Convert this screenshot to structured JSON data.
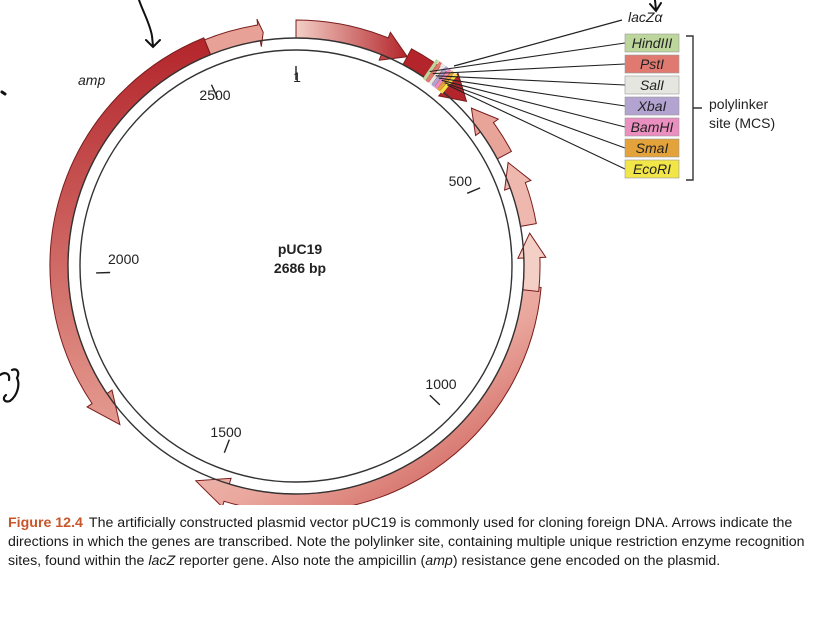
{
  "diagram": {
    "plasmid_name": "pUC19",
    "plasmid_size": "2686 bp",
    "position_labels": [
      "1",
      "500",
      "1000",
      "1500",
      "2000",
      "2500"
    ],
    "gene_labels": {
      "amp": "amp",
      "lacz": "lacZα"
    },
    "restriction_sites": [
      {
        "name": "HindIII",
        "color": "#bcd69b"
      },
      {
        "name": "PstI",
        "color": "#e07a70"
      },
      {
        "name": "SalI",
        "color": "#e6e6e0"
      },
      {
        "name": "XbaI",
        "color": "#b3a3d1"
      },
      {
        "name": "BamHI",
        "color": "#ea8fbf"
      },
      {
        "name": "SmaI",
        "color": "#e3a23a"
      },
      {
        "name": "EcoRI",
        "color": "#f2e547"
      }
    ],
    "mcs_label_line1": "polylinker",
    "mcs_label_line2": "site (MCS)",
    "colors": {
      "arrow_dark": "#b3252b",
      "arrow_light": "#f3cfc6",
      "outline": "#7a1c1c"
    }
  },
  "caption": {
    "figure_number": "Figure 12.4",
    "part1": "The artificially constructed plasmid vector pUC19 is commonly used for cloning foreign DNA. Arrows indicate the directions in which the genes are transcribed. Note the polylinker site, containing multiple unique restriction enzyme recognition sites, found within the ",
    "lacz_italic": "lacZ",
    "part2": " reporter gene. Also note the ampicillin (",
    "amp_italic": "amp",
    "part3": ") resistance gene encoded on the plasmid."
  }
}
